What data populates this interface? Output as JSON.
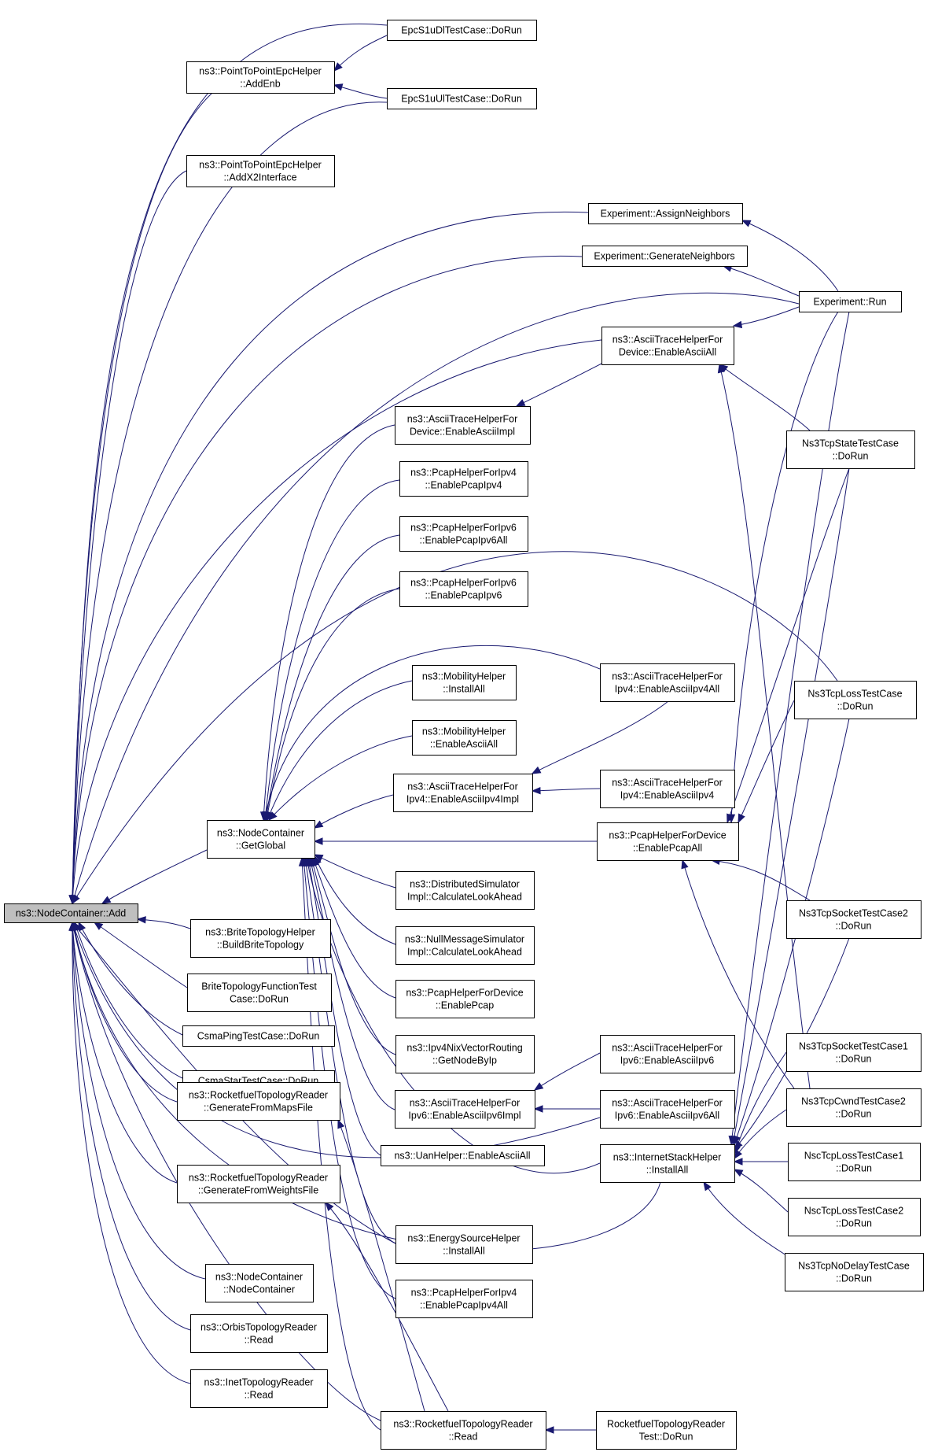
{
  "diagram": {
    "colors": {
      "edge": "#191970",
      "box_normal": "#000000",
      "box_truncated": "#ff0000",
      "root_fill": "#bfbfbf",
      "background": "#ffffff"
    },
    "nodes": [
      {
        "id": "root",
        "lines": [
          "ns3::NodeContainer::Add"
        ],
        "style": "root"
      },
      {
        "id": "p2p_addenb",
        "lines": [
          "ns3::PointToPointEpcHelper",
          "::AddEnb"
        ],
        "style": "normal"
      },
      {
        "id": "p2p_addx2",
        "lines": [
          "ns3::PointToPointEpcHelper",
          "::AddX2Interface"
        ],
        "style": "normal"
      },
      {
        "id": "epc_dl",
        "lines": [
          "EpcS1uDlTestCase::DoRun"
        ],
        "style": "normal"
      },
      {
        "id": "epc_ul",
        "lines": [
          "EpcS1uUlTestCase::DoRun"
        ],
        "style": "normal"
      },
      {
        "id": "exp_assign",
        "lines": [
          "Experiment::AssignNeighbors"
        ],
        "style": "normal"
      },
      {
        "id": "exp_generate",
        "lines": [
          "Experiment::GenerateNeighbors"
        ],
        "style": "normal"
      },
      {
        "id": "exp_run",
        "lines": [
          "Experiment::Run"
        ],
        "style": "normal"
      },
      {
        "id": "ascii_dev_all",
        "lines": [
          "ns3::AsciiTraceHelperFor",
          "Device::EnableAsciiAll"
        ],
        "style": "truncated"
      },
      {
        "id": "ascii_dev_impl",
        "lines": [
          "ns3::AsciiTraceHelperFor",
          "Device::EnableAsciiImpl"
        ],
        "style": "truncated"
      },
      {
        "id": "pcap_ipv4",
        "lines": [
          "ns3::PcapHelperForIpv4",
          "::EnablePcapIpv4"
        ],
        "style": "normal"
      },
      {
        "id": "pcap_ipv6_all",
        "lines": [
          "ns3::PcapHelperForIpv6",
          "::EnablePcapIpv6All"
        ],
        "style": "normal"
      },
      {
        "id": "pcap_ipv6",
        "lines": [
          "ns3::PcapHelperForIpv6",
          "::EnablePcapIpv6"
        ],
        "style": "normal"
      },
      {
        "id": "mob_install",
        "lines": [
          "ns3::MobilityHelper",
          "::InstallAll"
        ],
        "style": "normal"
      },
      {
        "id": "mob_ascii",
        "lines": [
          "ns3::MobilityHelper",
          "::EnableAsciiAll"
        ],
        "style": "normal"
      },
      {
        "id": "ascii_ipv4_impl",
        "lines": [
          "ns3::AsciiTraceHelperFor",
          "Ipv4::EnableAsciiIpv4Impl"
        ],
        "style": "normal"
      },
      {
        "id": "ascii_ipv4_all",
        "lines": [
          "ns3::AsciiTraceHelperFor",
          "Ipv4::EnableAsciiIpv4All"
        ],
        "style": "normal"
      },
      {
        "id": "ascii_ipv4",
        "lines": [
          "ns3::AsciiTraceHelperFor",
          "Ipv4::EnableAsciiIpv4"
        ],
        "style": "normal"
      },
      {
        "id": "getglobal",
        "lines": [
          "ns3::NodeContainer",
          "::GetGlobal"
        ],
        "style": "normal"
      },
      {
        "id": "pcap_dev_all",
        "lines": [
          "ns3::PcapHelperForDevice",
          "::EnablePcapAll"
        ],
        "style": "truncated"
      },
      {
        "id": "dist_sim",
        "lines": [
          "ns3::DistributedSimulator",
          "Impl::CalculateLookAhead"
        ],
        "style": "truncated"
      },
      {
        "id": "null_sim",
        "lines": [
          "ns3::NullMessageSimulator",
          "Impl::CalculateLookAhead"
        ],
        "style": "truncated"
      },
      {
        "id": "pcap_dev",
        "lines": [
          "ns3::PcapHelperForDevice",
          "::EnablePcap"
        ],
        "style": "normal"
      },
      {
        "id": "nix_getnode",
        "lines": [
          "ns3::Ipv4NixVectorRouting",
          "::GetNodeByIp"
        ],
        "style": "truncated"
      },
      {
        "id": "ascii_ipv6_impl",
        "lines": [
          "ns3::AsciiTraceHelperFor",
          "Ipv6::EnableAsciiIpv6Impl"
        ],
        "style": "normal"
      },
      {
        "id": "ascii_ipv6",
        "lines": [
          "ns3::AsciiTraceHelperFor",
          "Ipv6::EnableAsciiIpv6"
        ],
        "style": "normal"
      },
      {
        "id": "ascii_ipv6_all",
        "lines": [
          "ns3::AsciiTraceHelperFor",
          "Ipv6::EnableAsciiIpv6All"
        ],
        "style": "normal"
      },
      {
        "id": "uan_ascii",
        "lines": [
          "ns3::UanHelper::EnableAsciiAll"
        ],
        "style": "truncated"
      },
      {
        "id": "inet_install",
        "lines": [
          "ns3::InternetStackHelper",
          "::InstallAll"
        ],
        "style": "normal"
      },
      {
        "id": "energy_install",
        "lines": [
          "ns3::EnergySourceHelper",
          "::InstallAll"
        ],
        "style": "normal"
      },
      {
        "id": "pcap_ipv4_all",
        "lines": [
          "ns3::PcapHelperForIpv4",
          "::EnablePcapIpv4All"
        ],
        "style": "normal"
      },
      {
        "id": "rf_read",
        "lines": [
          "ns3::RocketfuelTopologyReader",
          "::Read"
        ],
        "style": "normal"
      },
      {
        "id": "rf_test",
        "lines": [
          "RocketfuelTopologyReader",
          "Test::DoRun"
        ],
        "style": "normal"
      },
      {
        "id": "brite_build",
        "lines": [
          "ns3::BriteTopologyHelper",
          "::BuildBriteTopology"
        ],
        "style": "normal"
      },
      {
        "id": "brite_test",
        "lines": [
          "BriteTopologyFunctionTest",
          "Case::DoRun"
        ],
        "style": "normal"
      },
      {
        "id": "csma_ping",
        "lines": [
          "CsmaPingTestCase::DoRun"
        ],
        "style": "normal"
      },
      {
        "id": "csma_star",
        "lines": [
          "CsmaStarTestCase::DoRun"
        ],
        "style": "normal"
      },
      {
        "id": "rf_maps",
        "lines": [
          "ns3::RocketfuelTopologyReader",
          "::GenerateFromMapsFile"
        ],
        "style": "normal"
      },
      {
        "id": "rf_weights",
        "lines": [
          "ns3::RocketfuelTopologyReader",
          "::GenerateFromWeightsFile"
        ],
        "style": "normal"
      },
      {
        "id": "nc_ctor",
        "lines": [
          "ns3::NodeContainer",
          "::NodeContainer"
        ],
        "style": "normal"
      },
      {
        "id": "orbis_read",
        "lines": [
          "ns3::OrbisTopologyReader",
          "::Read"
        ],
        "style": "normal"
      },
      {
        "id": "inet_read",
        "lines": [
          "ns3::InetTopologyReader",
          "::Read"
        ],
        "style": "normal"
      },
      {
        "id": "tcp_state",
        "lines": [
          "Ns3TcpStateTestCase",
          "::DoRun"
        ],
        "style": "normal"
      },
      {
        "id": "tcp_loss",
        "lines": [
          "Ns3TcpLossTestCase",
          "::DoRun"
        ],
        "style": "normal"
      },
      {
        "id": "tcp_sock2",
        "lines": [
          "Ns3TcpSocketTestCase2",
          "::DoRun"
        ],
        "style": "normal"
      },
      {
        "id": "tcp_sock1",
        "lines": [
          "Ns3TcpSocketTestCase1",
          "::DoRun"
        ],
        "style": "normal"
      },
      {
        "id": "tcp_cwnd2",
        "lines": [
          "Ns3TcpCwndTestCase2",
          "::DoRun"
        ],
        "style": "normal"
      },
      {
        "id": "nsc_loss1",
        "lines": [
          "NscTcpLossTestCase1",
          "::DoRun"
        ],
        "style": "normal"
      },
      {
        "id": "nsc_loss2",
        "lines": [
          "NscTcpLossTestCase2",
          "::DoRun"
        ],
        "style": "normal"
      },
      {
        "id": "tcp_nodelay",
        "lines": [
          "Ns3TcpNoDelayTestCase",
          "::DoRun"
        ],
        "style": "normal"
      }
    ],
    "edges": [
      [
        "root",
        "p2p_addenb"
      ],
      [
        "root",
        "p2p_addx2"
      ],
      [
        "root",
        "epc_dl"
      ],
      [
        "root",
        "epc_ul"
      ],
      [
        "root",
        "exp_assign"
      ],
      [
        "root",
        "exp_generate"
      ],
      [
        "root",
        "ascii_dev_all"
      ],
      [
        "root",
        "tcp_loss"
      ],
      [
        "root",
        "exp_run"
      ],
      [
        "root",
        "getglobal"
      ],
      [
        "root",
        "brite_build"
      ],
      [
        "root",
        "brite_test"
      ],
      [
        "root",
        "csma_ping"
      ],
      [
        "root",
        "csma_star"
      ],
      [
        "root",
        "rf_maps"
      ],
      [
        "root",
        "rf_weights"
      ],
      [
        "root",
        "nc_ctor"
      ],
      [
        "root",
        "orbis_read"
      ],
      [
        "root",
        "inet_read"
      ],
      [
        "root",
        "inet_install"
      ],
      [
        "root",
        "rf_read"
      ],
      [
        "root",
        "ascii_ipv6_all"
      ],
      [
        "root",
        "energy_install"
      ],
      [
        "p2p_addenb",
        "epc_dl"
      ],
      [
        "p2p_addenb",
        "epc_ul"
      ],
      [
        "exp_assign",
        "exp_run"
      ],
      [
        "exp_generate",
        "exp_run"
      ],
      [
        "ascii_dev_all",
        "exp_run"
      ],
      [
        "ascii_dev_all",
        "tcp_state"
      ],
      [
        "ascii_dev_all",
        "tcp_cwnd2"
      ],
      [
        "ascii_dev_all",
        "ascii_dev_impl"
      ],
      [
        "getglobal",
        "ascii_dev_impl"
      ],
      [
        "getglobal",
        "pcap_ipv4"
      ],
      [
        "getglobal",
        "pcap_ipv6_all"
      ],
      [
        "getglobal",
        "pcap_ipv6"
      ],
      [
        "getglobal",
        "mob_install"
      ],
      [
        "getglobal",
        "mob_ascii"
      ],
      [
        "getglobal",
        "ascii_ipv4_impl"
      ],
      [
        "getglobal",
        "ascii_ipv4_all"
      ],
      [
        "getglobal",
        "pcap_dev_all"
      ],
      [
        "getglobal",
        "dist_sim"
      ],
      [
        "getglobal",
        "null_sim"
      ],
      [
        "getglobal",
        "pcap_dev"
      ],
      [
        "getglobal",
        "nix_getnode"
      ],
      [
        "getglobal",
        "ascii_ipv6_impl"
      ],
      [
        "getglobal",
        "uan_ascii"
      ],
      [
        "getglobal",
        "inet_install"
      ],
      [
        "getglobal",
        "energy_install"
      ],
      [
        "getglobal",
        "pcap_ipv4_all"
      ],
      [
        "getglobal",
        "rf_read"
      ],
      [
        "ascii_ipv4_impl",
        "ascii_ipv4_all"
      ],
      [
        "ascii_ipv4_impl",
        "ascii_ipv4"
      ],
      [
        "ascii_ipv6_impl",
        "ascii_ipv6"
      ],
      [
        "ascii_ipv6_impl",
        "ascii_ipv6_all"
      ],
      [
        "pcap_dev_all",
        "exp_run"
      ],
      [
        "pcap_dev_all",
        "tcp_state"
      ],
      [
        "pcap_dev_all",
        "tcp_loss"
      ],
      [
        "pcap_dev_all",
        "tcp_sock2"
      ],
      [
        "pcap_dev_all",
        "tcp_cwnd2"
      ],
      [
        "inet_install",
        "exp_run"
      ],
      [
        "inet_install",
        "tcp_state"
      ],
      [
        "inet_install",
        "tcp_loss"
      ],
      [
        "inet_install",
        "tcp_sock2"
      ],
      [
        "inet_install",
        "tcp_sock1"
      ],
      [
        "inet_install",
        "tcp_cwnd2"
      ],
      [
        "inet_install",
        "nsc_loss1"
      ],
      [
        "inet_install",
        "nsc_loss2"
      ],
      [
        "inet_install",
        "tcp_nodelay"
      ],
      [
        "rf_maps",
        "rf_read"
      ],
      [
        "rf_weights",
        "rf_read"
      ],
      [
        "rf_read",
        "rf_test"
      ]
    ]
  }
}
